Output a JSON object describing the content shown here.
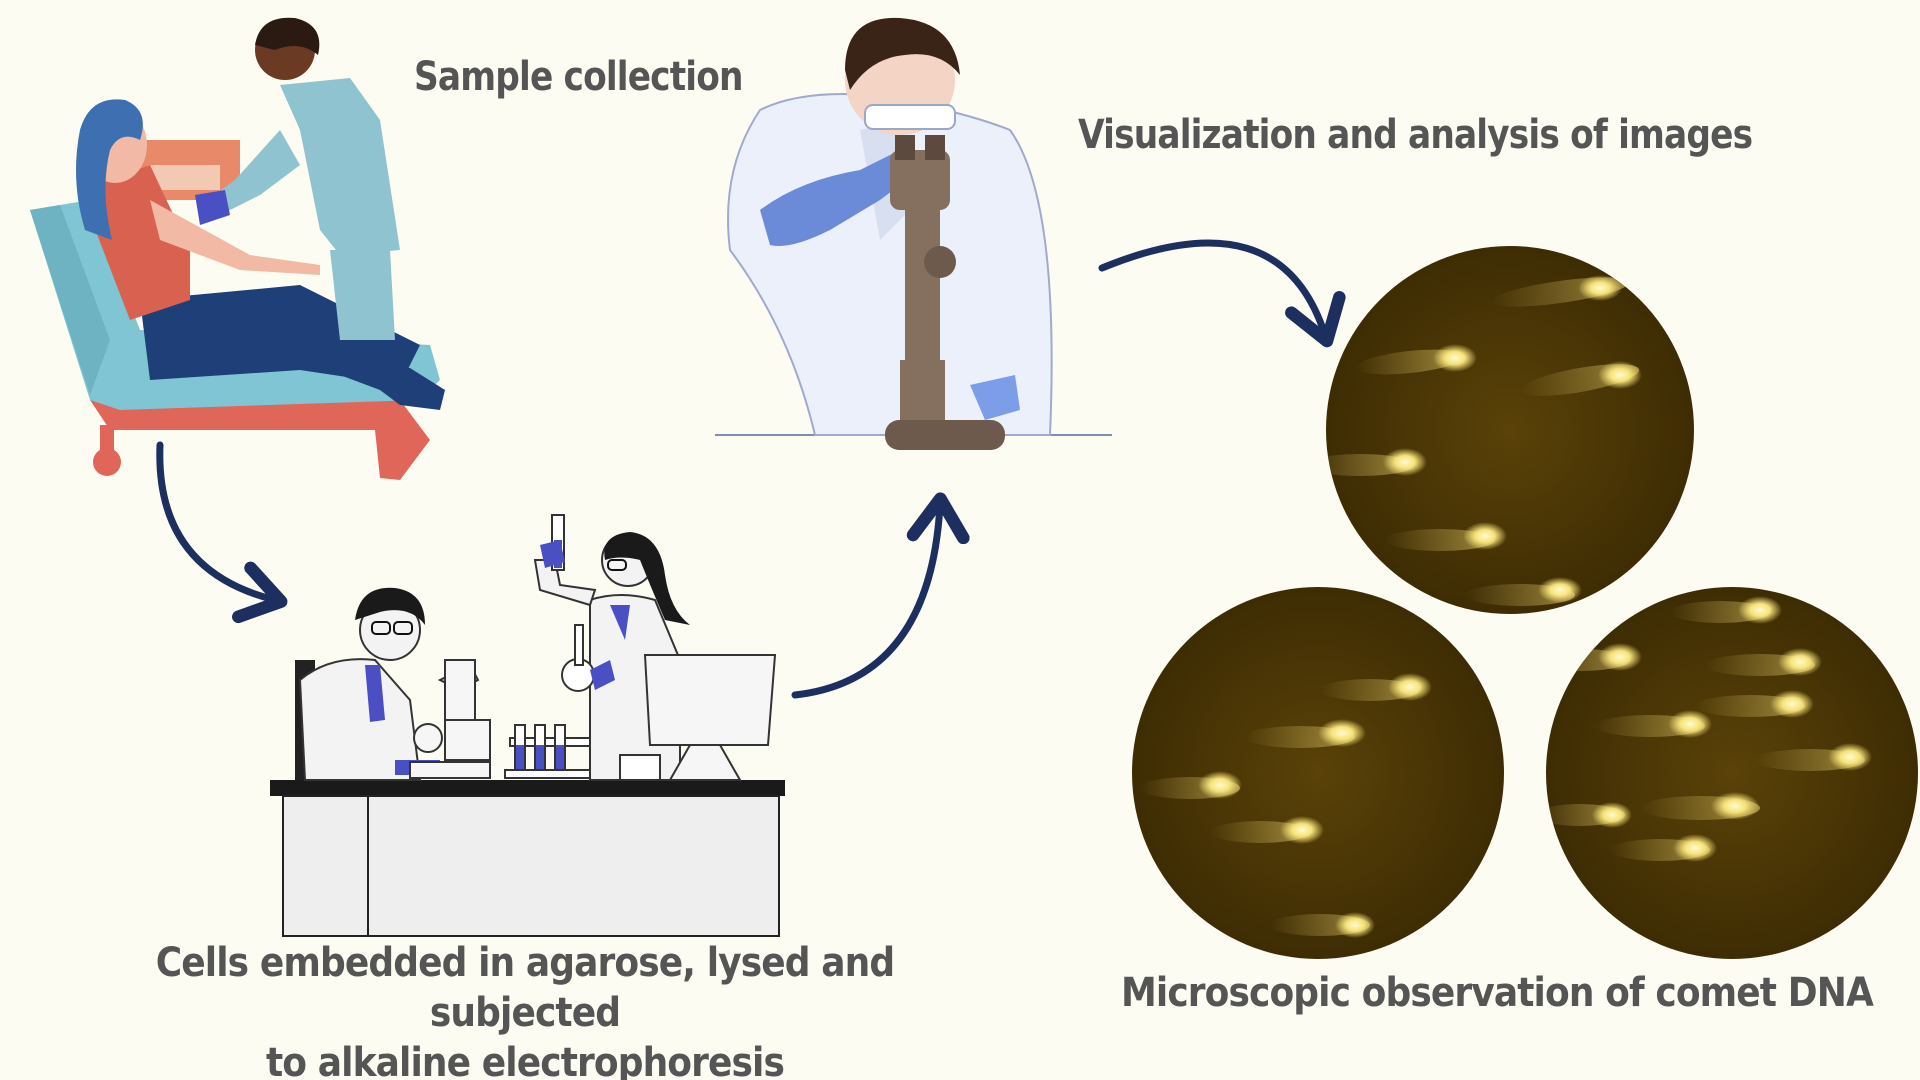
{
  "labels": {
    "sample_collection": "Sample collection",
    "visualization": "Visualization and analysis of images",
    "cells_line1": "Cells embedded in agarose, lysed and subjected",
    "cells_line2": "to alkaline electrophoresis",
    "comet_observation": "Microscopic observation of comet DNA"
  },
  "colors": {
    "background": "#fdfcf3",
    "text": "#555555",
    "arrow": "#1c2f5e",
    "glove": "#4a4fc4",
    "scrubs": "#8fc3cf",
    "chair": "#7fc5d3",
    "chair_base": "#e0665a",
    "comet_bg": "#4a3605",
    "comet_core": "#fff2a0"
  },
  "icons": {
    "phlebotomy": "blood-draw-illustration-icon",
    "lab": "lab-scientists-illustration-icon",
    "microscope": "scientist-microscope-illustration-icon",
    "arrow": "curved-arrow-icon"
  }
}
